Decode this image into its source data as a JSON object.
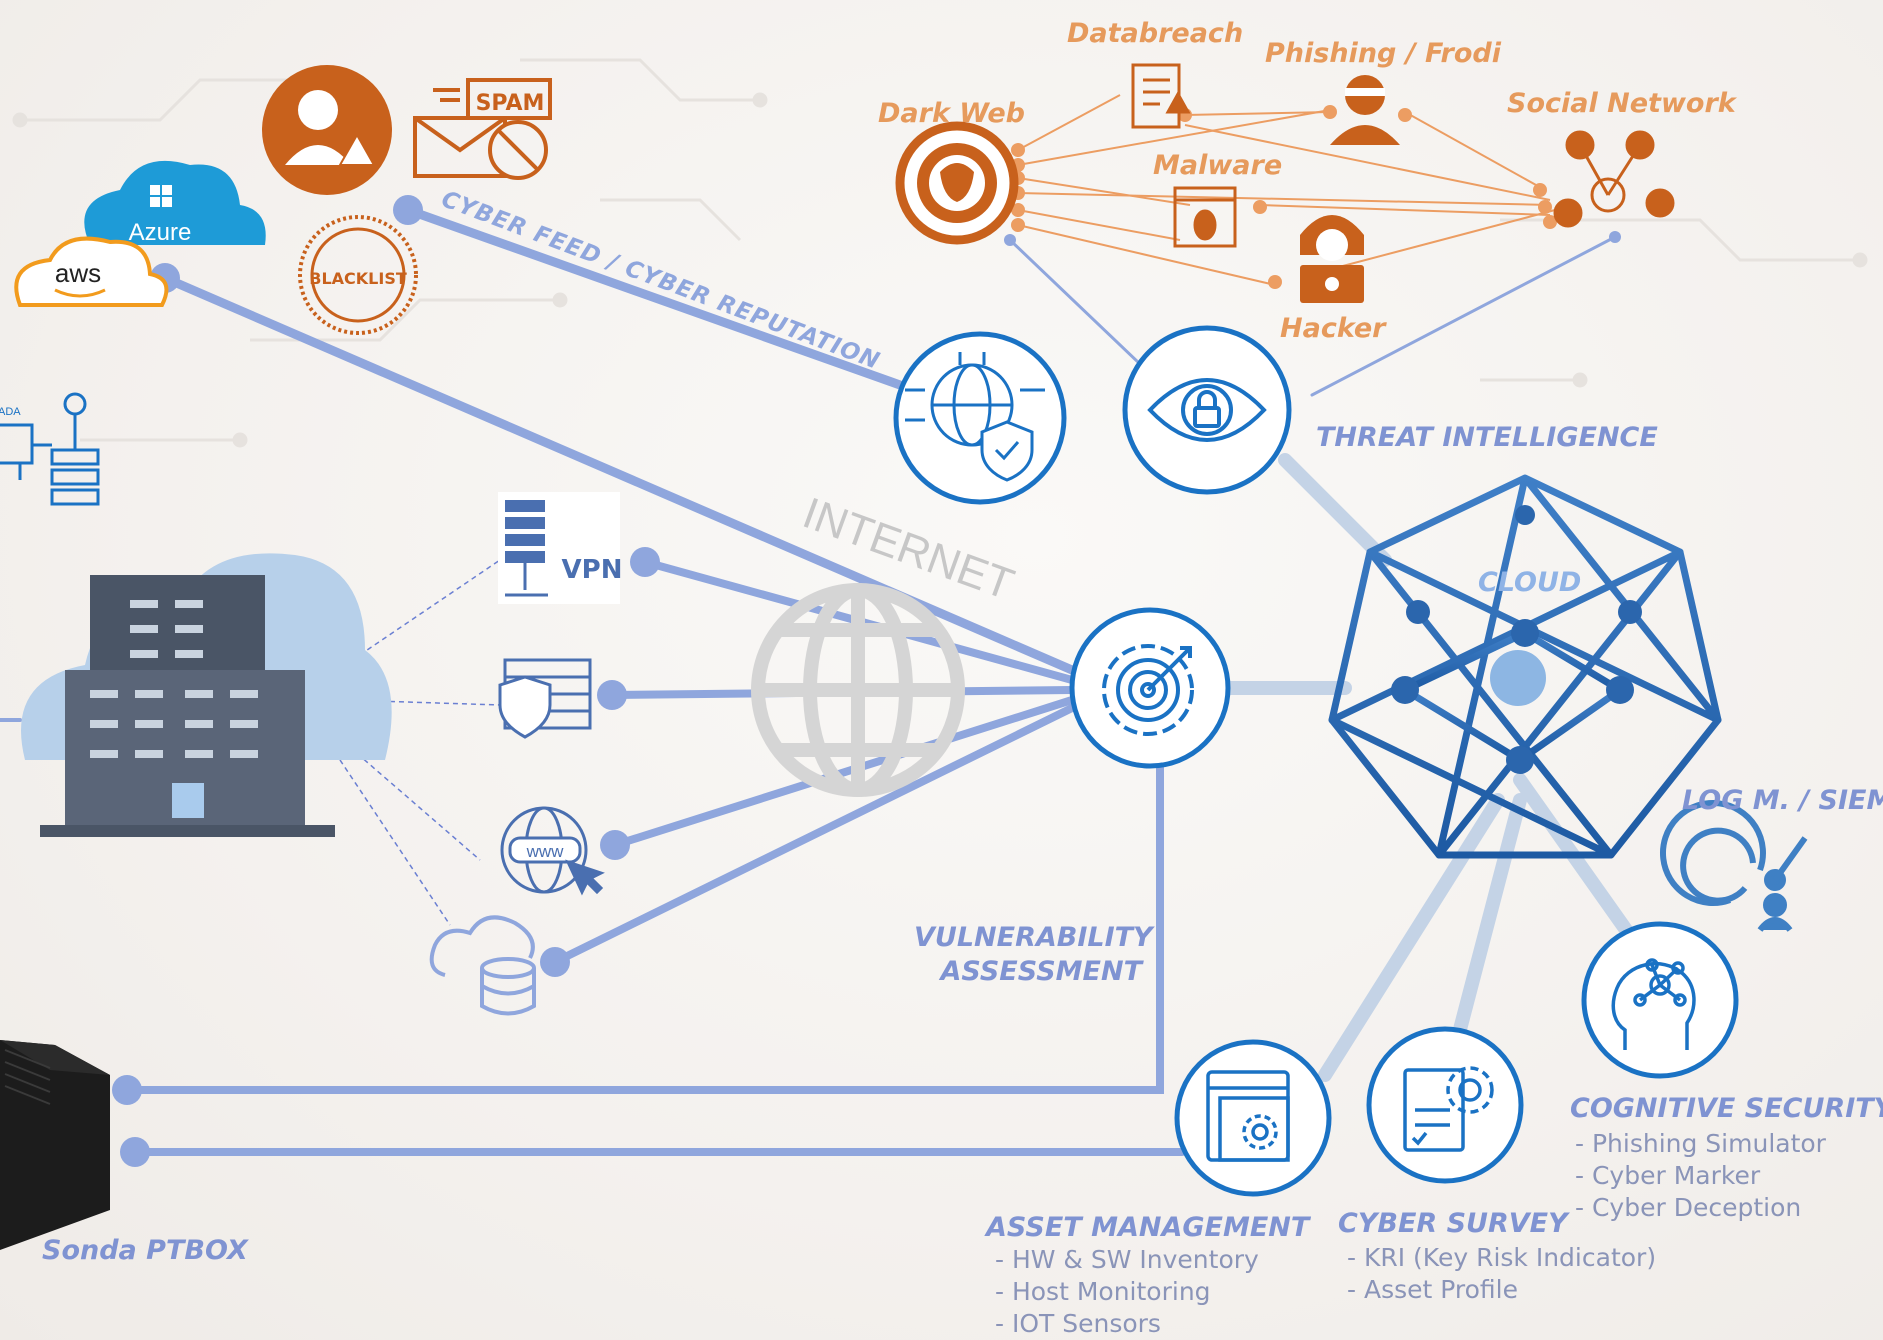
{
  "threats": {
    "databreach": "Databreach",
    "phishing": "Phishing / Frodi",
    "dark_web": "Dark Web",
    "social_network": "Social Network",
    "malware": "Malware",
    "hacker": "Hacker"
  },
  "feed_label": "CYBER FEED / CYBER REPUTATION",
  "internet_label": "INTERNET",
  "cloud_label": "CLOUD",
  "threat_intel": "THREAT INTELLIGENCE",
  "log_siem": "LOG M. / SIEM",
  "vuln": {
    "line1": "VULNERABILITY",
    "line2": "ASSESSMENT"
  },
  "cognitive": {
    "title": "COGNITIVE SECURITY",
    "items": [
      "- Phishing Simulator",
      "- Cyber Marker",
      "- Cyber Deception"
    ]
  },
  "asset_mgmt": {
    "title": "ASSET MANAGEMENT",
    "items": [
      "- HW & SW Inventory",
      "- Host Monitoring",
      "- IOT Sensors"
    ]
  },
  "cyber_survey": {
    "title": "CYBER SURVEY",
    "items": [
      "- KRI (Key Risk Indicator)",
      "- Asset Profile"
    ]
  },
  "probe_label": "Sonda PTBOX",
  "icon_text": {
    "azure": "Azure",
    "aws": "aws",
    "spam": "SPAM",
    "blacklist": "BLACKLIST",
    "vpn": "VPN",
    "www": "www",
    "scada": "ADA"
  },
  "colors": {
    "orange": "#c8611c",
    "orange_light": "#e69a5c",
    "blue_line": "#8fa6dd",
    "blue_icon": "#1a72c4",
    "label_blue": "#7f93d2"
  }
}
